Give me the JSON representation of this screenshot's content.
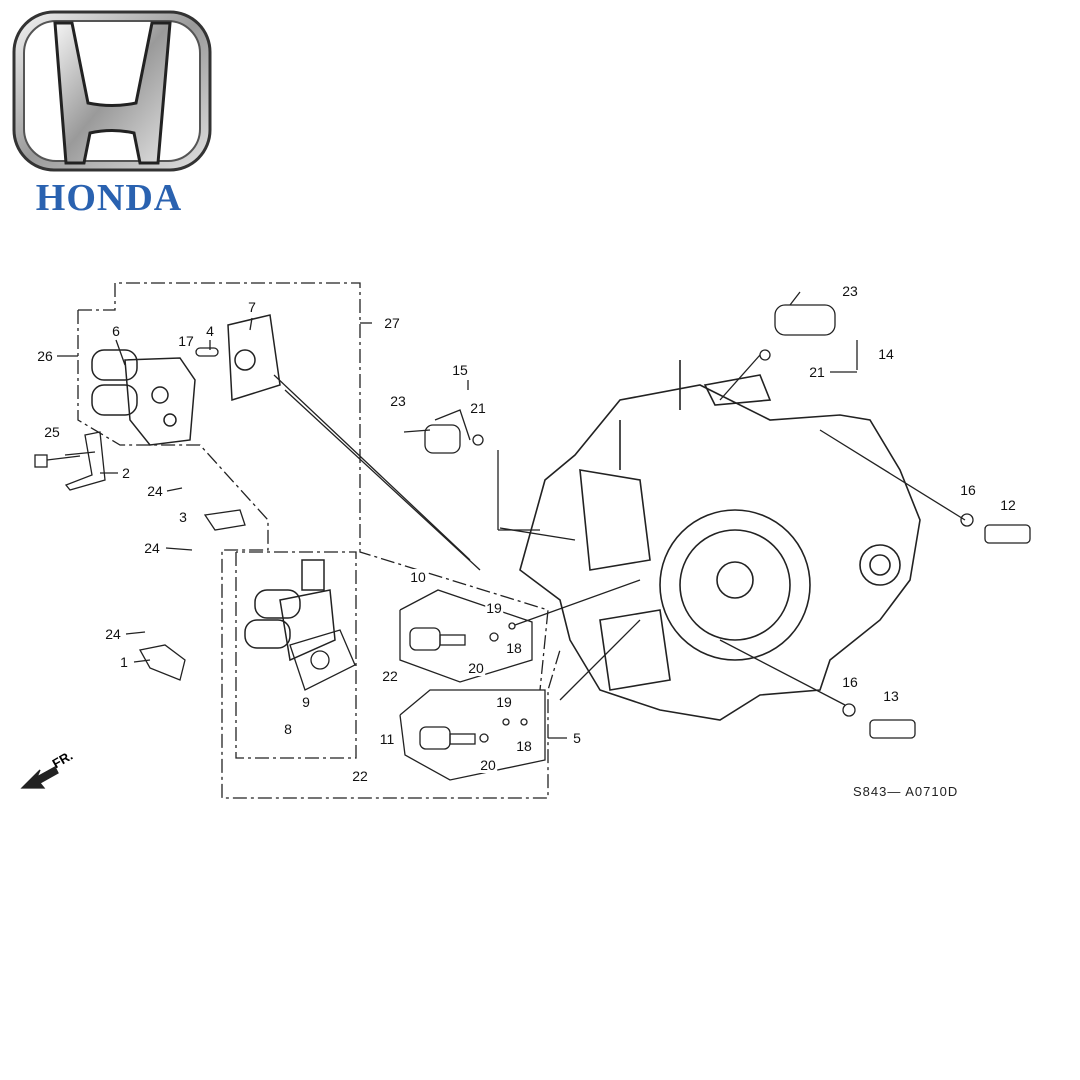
{
  "logo": {
    "brand_name": "HONDA",
    "brand_color": "#2a62b0"
  },
  "diagram": {
    "code": "S843— A0710D",
    "front_marker": "FR.",
    "callouts": [
      "27",
      "26",
      "6",
      "17",
      "4",
      "7",
      "25",
      "2",
      "24",
      "3",
      "24",
      "24",
      "1",
      "8",
      "9",
      "10",
      "19",
      "18",
      "20",
      "22",
      "19",
      "11",
      "18",
      "20",
      "5",
      "22",
      "15",
      "23",
      "21",
      "23",
      "14",
      "21",
      "16",
      "12",
      "16",
      "13"
    ]
  }
}
